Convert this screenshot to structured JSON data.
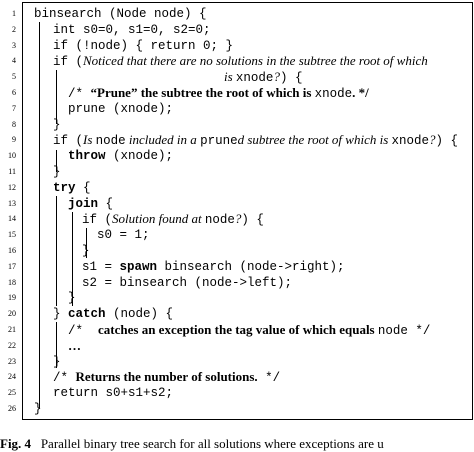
{
  "listing": {
    "lines": [
      {
        "n": "1"
      },
      {
        "n": "2"
      },
      {
        "n": "3"
      },
      {
        "n": "4"
      },
      {
        "n": "5"
      },
      {
        "n": "6"
      },
      {
        "n": "7"
      },
      {
        "n": "8"
      },
      {
        "n": "9"
      },
      {
        "n": "10"
      },
      {
        "n": "11"
      },
      {
        "n": "12"
      },
      {
        "n": "13"
      },
      {
        "n": "14"
      },
      {
        "n": "15"
      },
      {
        "n": "16"
      },
      {
        "n": "17"
      },
      {
        "n": "18"
      },
      {
        "n": "19"
      },
      {
        "n": "20"
      },
      {
        "n": "21"
      },
      {
        "n": "22"
      },
      {
        "n": "23"
      },
      {
        "n": "24"
      },
      {
        "n": "25"
      },
      {
        "n": "26"
      }
    ],
    "l1": "binsearch (Node node) {",
    "l2": "int s0=0, s1=0, s2=0;",
    "l3": "if (!node) { return 0; }",
    "l4a": "if (",
    "l4b": "Noticed that there are no solutions in the subtree the root of which",
    "l5a": "is ",
    "l5b": "xnode",
    "l5c": "?",
    "l5d": ") {",
    "l6a": "/* ",
    "l6b": "“Prune” the subtree the root of which is ",
    "l6c": "xnode",
    "l6d": ". */",
    "l7": "prune (xnode);",
    "l8": "}",
    "l9a": "if (",
    "l9b": "Is ",
    "l9c": "node",
    "l9d": " included in a ",
    "l9e": "prune",
    "l9f": "d subtree the root of which is ",
    "l9g": "xnode",
    "l9h": "?",
    "l9i": ") {",
    "l10a": "throw",
    "l10b": " (xnode);",
    "l11": "}",
    "l12a": "try",
    "l12b": " {",
    "l13a": "join",
    "l13b": " {",
    "l14a": "if (",
    "l14b": "Solution found at ",
    "l14c": "node",
    "l14d": "?",
    "l14e": ") {",
    "l15": "s0 = 1;",
    "l16": "}",
    "l17a": "s1 = ",
    "l17b": "spawn",
    "l17c": " binsearch (node->right);",
    "l18": "s2 = binsearch (node->left);",
    "l19": "}",
    "l20a": "} ",
    "l20b": "catch",
    "l20c": " (node) {",
    "l21a": "/*  ",
    "l21b": "catches an exception the tag value of which equals ",
    "l21c": "node",
    "l21d": " */",
    "l22": "…",
    "l23": "}",
    "l24a": "/* ",
    "l24b": "Returns the number of solutions.",
    "l24c": " */",
    "l25": "return s0+s1+s2;",
    "l26": "}"
  },
  "caption": {
    "label": "Fig. 4",
    "text": "Parallel binary tree search for all solutions where exceptions are u"
  }
}
